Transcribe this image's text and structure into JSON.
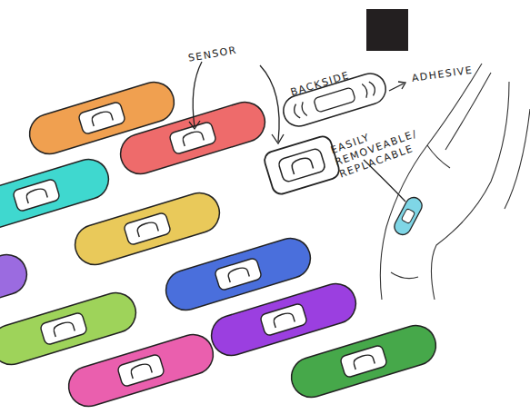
{
  "diagram": {
    "labels": [
      "SENSOR",
      "BACKSIDE",
      "ADHESIVE",
      "EASILY REMOVEABLE/ REPLACABLE"
    ]
  }
}
